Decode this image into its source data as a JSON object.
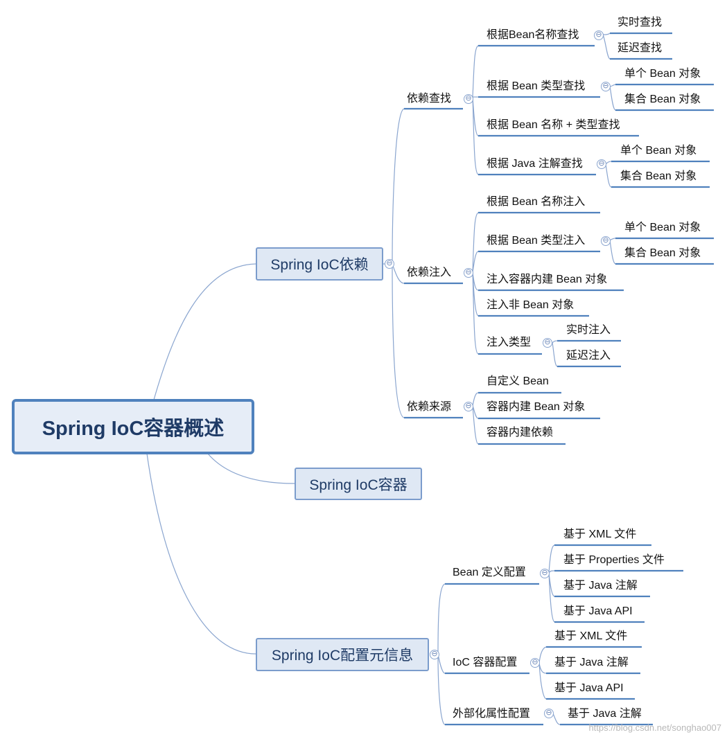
{
  "root": {
    "label": "Spring IoC容器概述"
  },
  "branches": {
    "dependency": {
      "label": "Spring IoC依赖",
      "lookup": {
        "label": "依赖查找",
        "by_name": {
          "label": "根据Bean名称查找",
          "children": [
            "实时查找",
            "延迟查找"
          ]
        },
        "by_type": {
          "label": "根据 Bean 类型查找",
          "children": [
            "单个 Bean 对象",
            "集合 Bean 对象"
          ]
        },
        "by_name_type": {
          "label": "根据 Bean 名称 + 类型查找"
        },
        "by_annotation": {
          "label": "根据 Java 注解查找",
          "children": [
            "单个 Bean 对象",
            "集合 Bean 对象"
          ]
        }
      },
      "injection": {
        "label": "依赖注入",
        "by_name": {
          "label": "根据 Bean 名称注入"
        },
        "by_type": {
          "label": "根据 Bean 类型注入",
          "children": [
            "单个 Bean 对象",
            "集合 Bean 对象"
          ]
        },
        "builtin": {
          "label": "注入容器内建 Bean 对象"
        },
        "non_bean": {
          "label": "注入非 Bean 对象"
        },
        "type": {
          "label": "注入类型",
          "children": [
            "实时注入",
            "延迟注入"
          ]
        }
      },
      "source": {
        "label": "依赖来源",
        "items": [
          "自定义 Bean",
          "容器内建 Bean 对象",
          "容器内建依赖"
        ]
      }
    },
    "container": {
      "label": "Spring IoC容器"
    },
    "metadata": {
      "label": "Spring IoC配置元信息",
      "bean_def": {
        "label": "Bean 定义配置",
        "children": [
          "基于 XML 文件",
          "基于 Properties 文件",
          "基于 Java 注解",
          "基于 Java API"
        ]
      },
      "ioc_config": {
        "label": "IoC 容器配置",
        "children": [
          "基于 XML 文件",
          "基于 Java 注解",
          "基于 Java API"
        ]
      },
      "external": {
        "label": "外部化属性配置",
        "children": [
          "基于 Java 注解"
        ]
      }
    }
  },
  "collapse_glyph": "⊖",
  "watermark": "https://blog.csdn.net/songhao007",
  "colors": {
    "line": "#4f81bd",
    "connector": "#8aa5cf",
    "box_fill": "#dfe8f4",
    "root_border": "#4f81bd",
    "text_main": "#1f3b66"
  }
}
